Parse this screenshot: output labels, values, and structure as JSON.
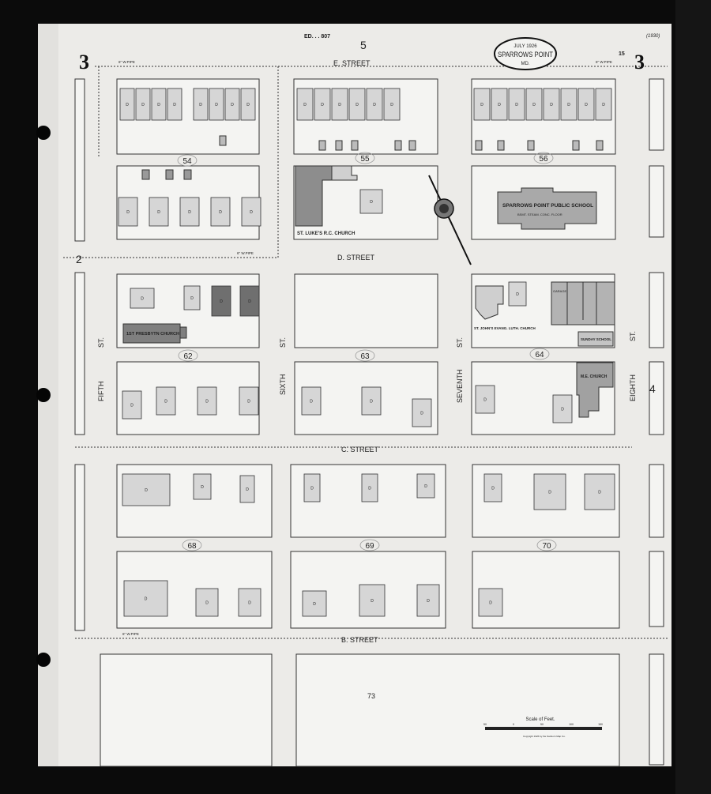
{
  "title_cartouche": {
    "date": "JULY 1926",
    "place": "SPARROWS POINT",
    "state": "MD."
  },
  "sheet": {
    "number": "3",
    "volume_ref": "15",
    "header_note": "ED. . . 807",
    "top_adjoining": "5",
    "left_adjoining": "2",
    "right_adjoining": "4",
    "bottom_adjoining": "73",
    "corner_note": "(1930)"
  },
  "streets": {
    "e": "E.   STREET",
    "d": "D.   STREET",
    "c": "C.   STREET",
    "b": "B.   STREET",
    "fifth": "FIFTH",
    "fifth_st": "ST.",
    "sixth": "SIXTH",
    "sixth_st": "ST.",
    "seventh": "SEVENTH",
    "seventh_st": "ST.",
    "eighth": "EIGHTH",
    "eighth_st": "ST."
  },
  "pipes": {
    "label": "6\" W.PIPE"
  },
  "blocks": [
    "54",
    "55",
    "56",
    "62",
    "63",
    "64",
    "68",
    "69",
    "70"
  ],
  "landmarks": {
    "st_lukes": "ST. LUKE'S R.C. CHURCH",
    "public_school": "SPARROWS POINT PUBLIC SCHOOL",
    "school_note": "BSMT. STEAM. CONC. FLOOR",
    "presby": "1ST PRESBYTN CHURCH",
    "st_johns": "ST. JOHN'S EVANG. LUTH. CHURCH",
    "sunday_school": "SUNDAY SCHOOL",
    "me_church": "M.E. CHURCH",
    "garage": "GARAGE"
  },
  "dwelling_mark": "D",
  "scale": {
    "title": "Scale of Feet.",
    "ticks": [
      "50",
      "0",
      "50",
      "100",
      "150"
    ],
    "copyright": "Copyright 1926 by the Sanborn Map Co."
  }
}
